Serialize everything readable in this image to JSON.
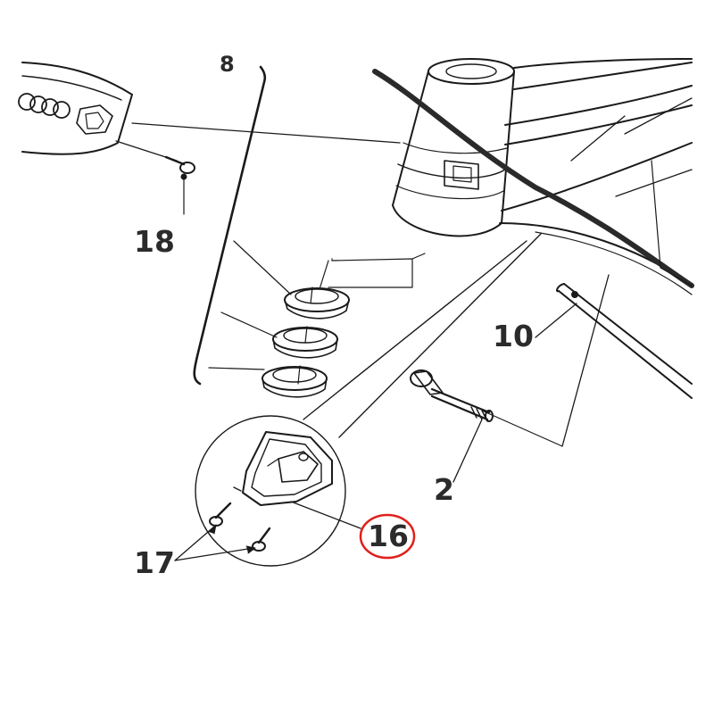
{
  "callouts": {
    "c8": "8",
    "c18": "18",
    "c10": "10",
    "c2": "2",
    "c16": "16",
    "c17": "17"
  },
  "colors": {
    "line": "#1a1a1a",
    "highlight": "#e0201b",
    "text": "#2b2b2b"
  }
}
